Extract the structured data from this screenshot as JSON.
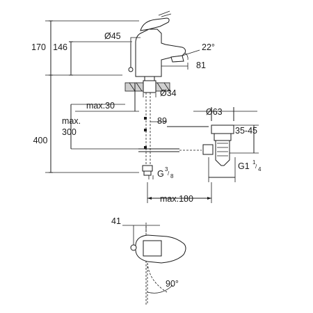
{
  "dimensions": {
    "overall_height": "400",
    "top_to_spout": "170",
    "spout_height": "146",
    "handle_diameter": "Ø45",
    "spout_angle": "22°",
    "spout_reach": "81",
    "hole_diameter": "Ø34",
    "max_counter_thickness": "max.30",
    "max_hose_length_prefix": "max.",
    "max_hose_length_value": "300",
    "hose_spacing": "89",
    "waste_diameter": "Ø63",
    "waste_range": "35-45",
    "waste_thread_main": "G1",
    "waste_thread_num": "1",
    "waste_thread_den": "4",
    "connection_thread_main": "G",
    "connection_thread_num": "3",
    "connection_thread_den": "8",
    "max_drain_reach": "max.180",
    "handle_offset": "41",
    "handle_rotation": "90°"
  }
}
